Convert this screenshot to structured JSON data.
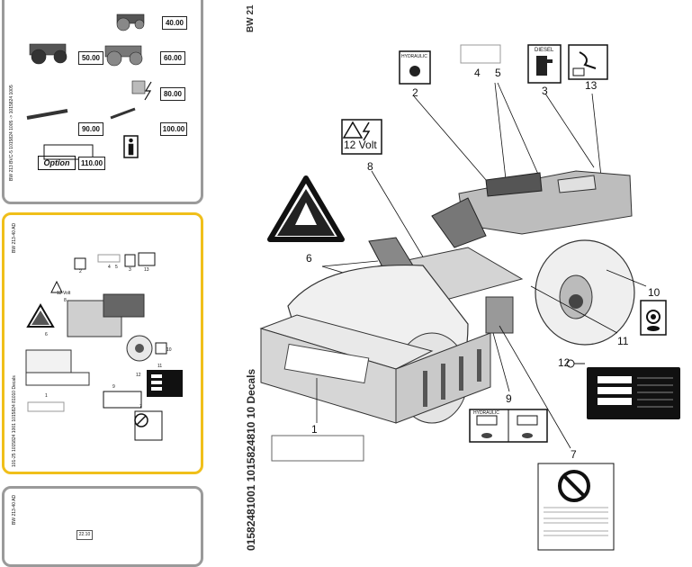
{
  "thumbnails": [
    {
      "side_text": "BW 213 BVC-5 1015824 1005 -> 1015824 1005",
      "codes": [
        "40.00",
        "50.00",
        "60.00",
        "80.00",
        "90.00",
        "100.00",
        "110.00"
      ],
      "option_label": "Option",
      "selected": false
    },
    {
      "top_text": "BW 213-40 AD",
      "side_text": "101-25 1015824 1001 1015824 81010 Decals",
      "callouts": [
        "1",
        "2",
        "3",
        "4",
        "5",
        "6",
        "7",
        "8",
        "9",
        "10",
        "11",
        "12",
        "13"
      ],
      "volt_label": "12 Volt",
      "selected": true
    },
    {
      "top_text": "BW 213-40 AD",
      "code": "22.10",
      "selected": false
    }
  ],
  "main": {
    "header": "BW 21",
    "side_title": "01582481001 1015824810 10 Decals",
    "callouts": {
      "c1": "1",
      "c2": "2",
      "c3": "3",
      "c4": "4",
      "c5": "5",
      "c6": "6",
      "c7": "7",
      "c8": "8",
      "c9": "9",
      "c10": "10",
      "c11": "11",
      "c12": "12",
      "c13": "13"
    },
    "volt_label": "12 Volt",
    "hydraulic_label": "HYDRAULIC",
    "diesel_label": "DIESEL"
  }
}
